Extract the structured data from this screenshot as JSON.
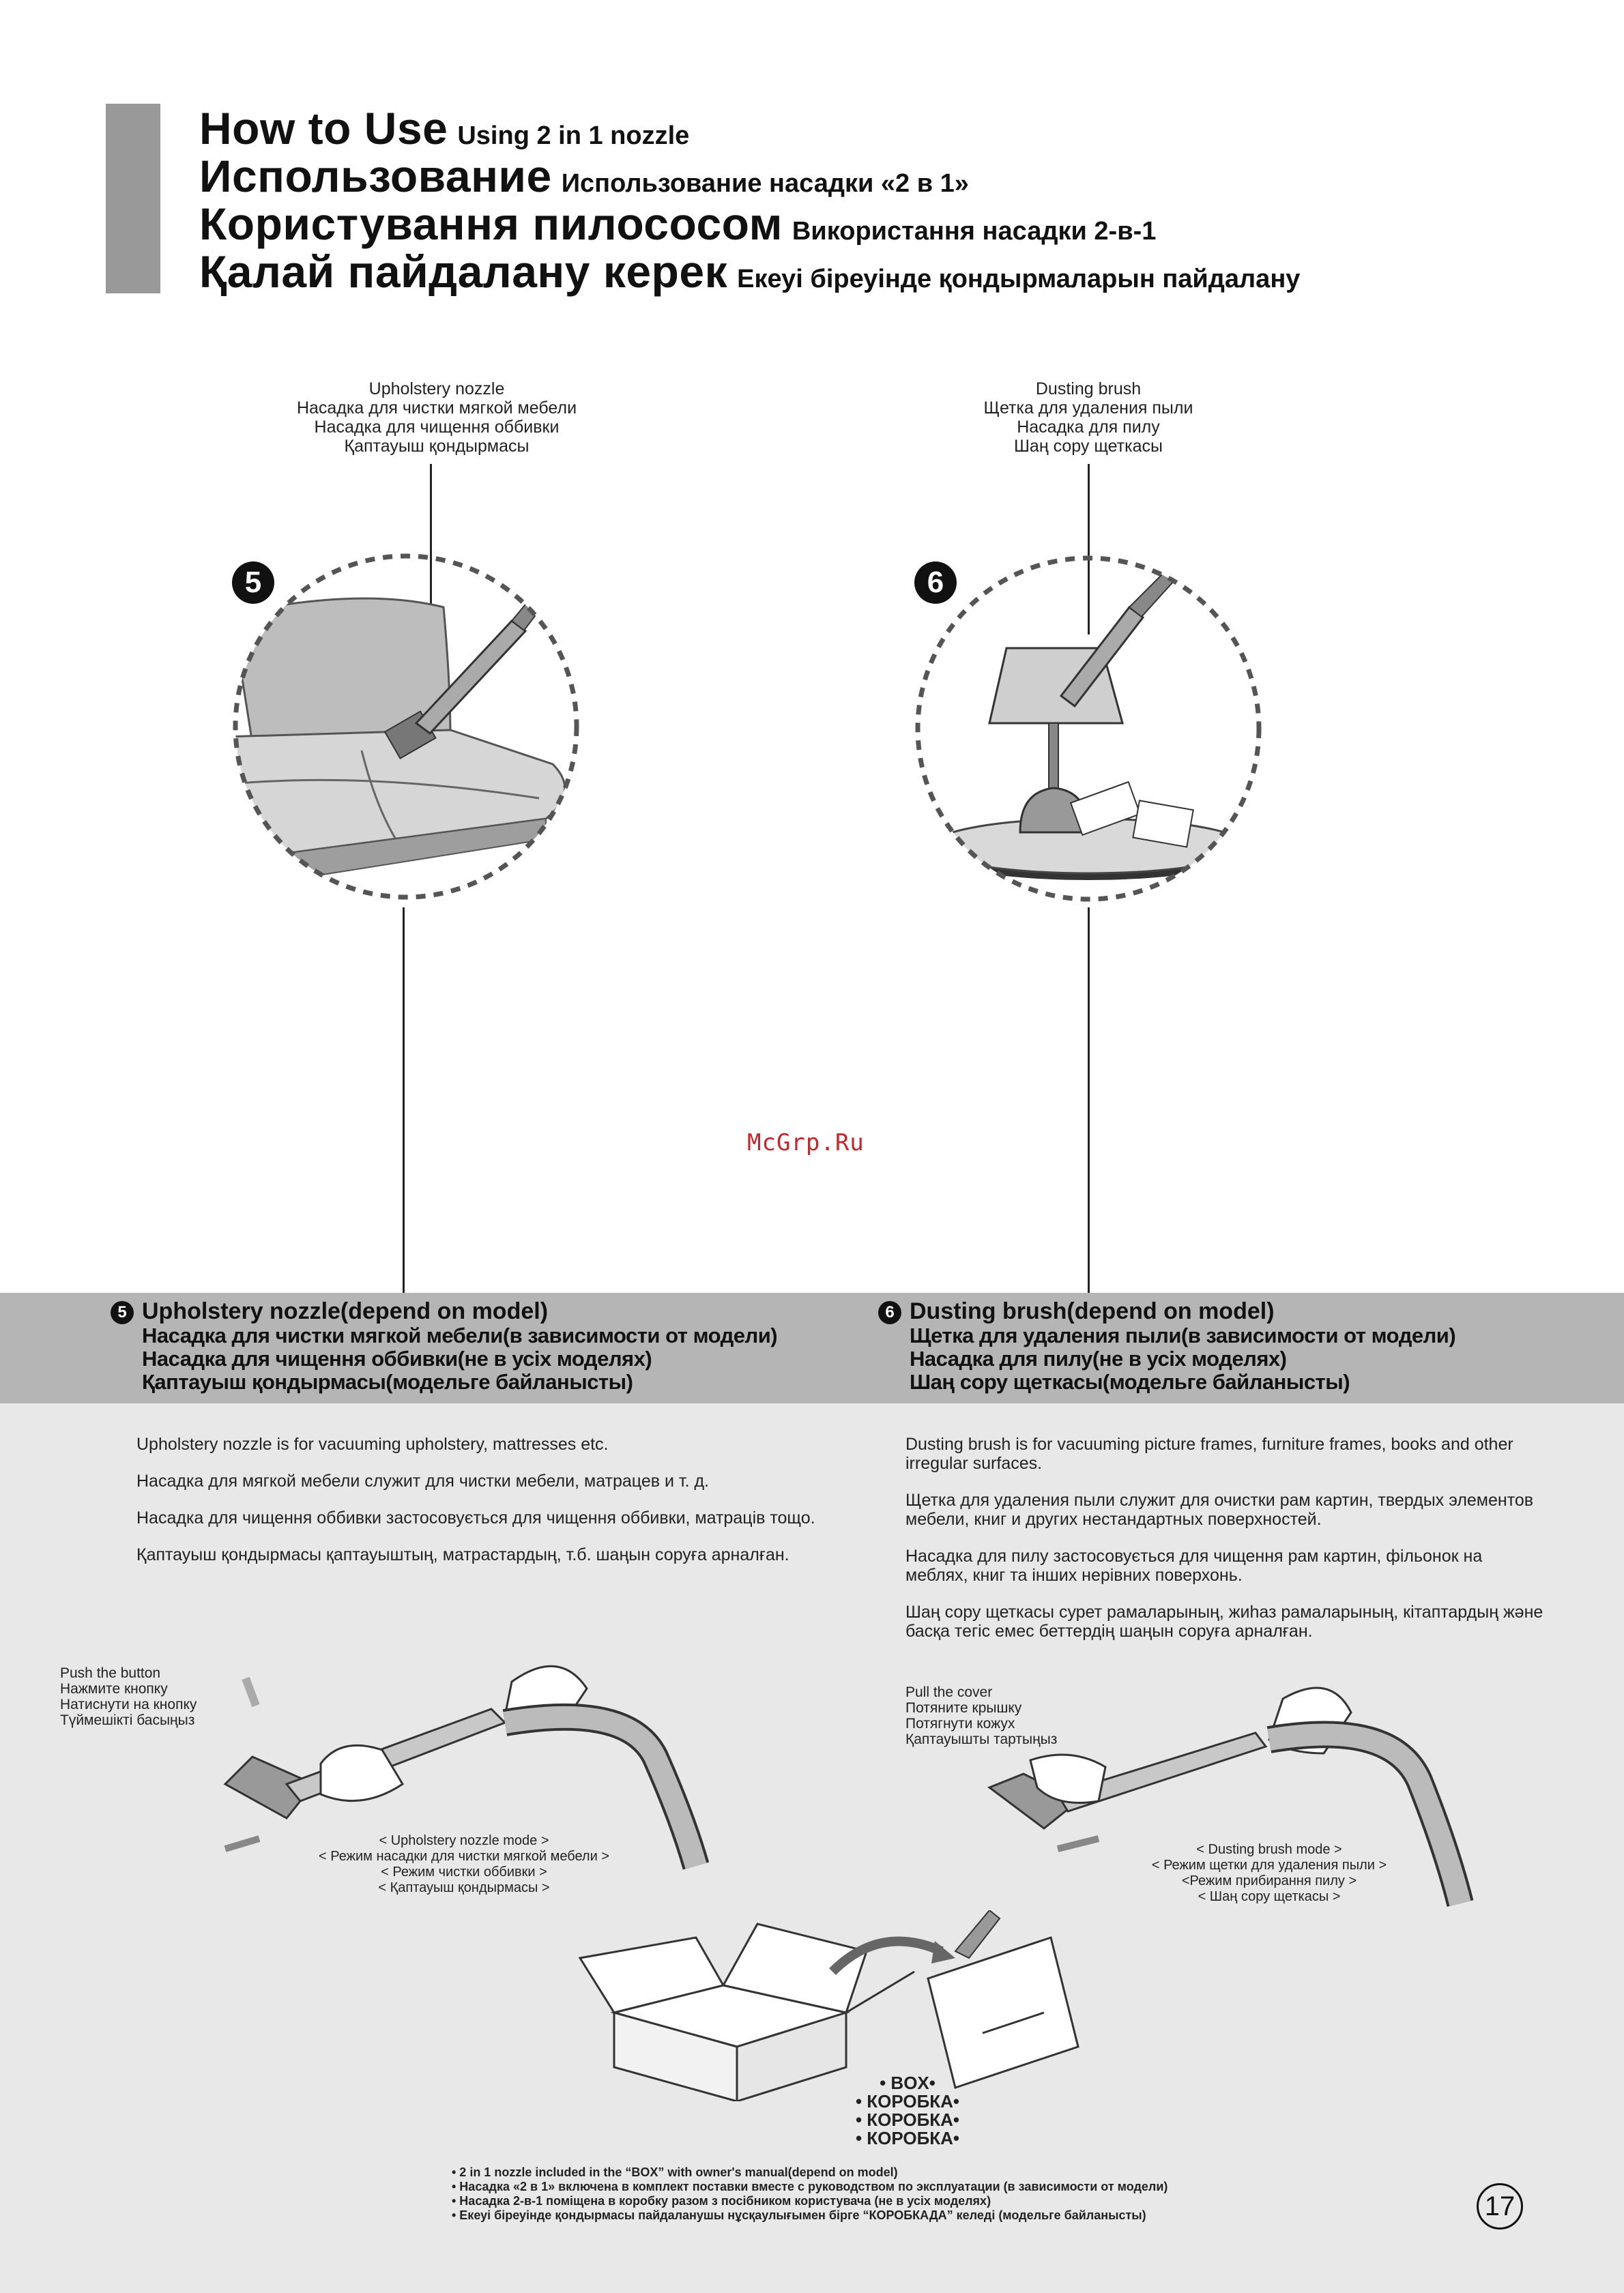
{
  "header": {
    "lines": [
      {
        "title": "How to Use",
        "subtitle": "Using 2 in 1 nozzle"
      },
      {
        "title": "Использование",
        "subtitle": "Использование насадки «2 в 1»"
      },
      {
        "title": "Користування пилососом",
        "subtitle": "Використання насадки 2-в-1"
      },
      {
        "title": "Қалай пайдалану керек",
        "subtitle": "Екеуі біреуінде қондырмаларын пайдалану"
      }
    ]
  },
  "step5": {
    "number": "5",
    "label_lines": [
      "Upholstery nozzle",
      "Насадка для чистки мягкой мебели",
      "Насадка для чищення оббивки",
      "Қаптауыш қондырмасы"
    ],
    "heading_lines": [
      "Upholstery nozzle(depend on model)",
      "Насадка для чистки мягкой мебели(в зависимости от модели)",
      "Насадка для чищення оббивки(не в усіх моделях)",
      "Қаптауыш қондырмасы(модельге байланысты)"
    ],
    "body": [
      "Upholstery nozzle is for vacuuming upholstery, mattresses etc.",
      "Насадка для мягкой мебели служит для чистки мебели, матрацев и т. д.",
      "Насадка для чищення оббивки застосовується для чищення оббивки, матраців тощо.",
      "Қаптауыш қондырмасы қаптауыштың, матрастардың, т.б. шаңын соруға арналған."
    ],
    "action_lines": [
      "Push the button",
      "Нажмите кнопку",
      "Натиснути на кнопку",
      "Түймешікті басыңыз"
    ],
    "mode_lines": [
      "< Upholstery nozzle mode >",
      "< Режим насадки для чистки мягкой мебели >",
      "< Режим чистки оббивки >",
      "< Қаптауыш қондырмасы >"
    ]
  },
  "step6": {
    "number": "6",
    "label_lines": [
      "Dusting brush",
      "Щетка для удаления пыли",
      "Насадка для пилу",
      "Шаң сору щеткасы"
    ],
    "heading_lines": [
      "Dusting brush(depend on model)",
      "Щетка для удаления пыли(в зависимости от модели)",
      "Насадка для пилу(не в усіх моделях)",
      "Шаң сору щеткасы(модельге байланысты)"
    ],
    "body": [
      "Dusting brush is for vacuuming picture frames, furniture frames, books and other irregular surfaces.",
      "Щетка для удаления пыли служит для очистки рам картин, твердых элементов мебели, книг и других нестандартных поверхностей.",
      "Насадка для пилу застосовується для чищення рам картин, фільонок на меблях, книг та інших нерівних поверхонь.",
      "Шаң сору щеткасы сурет рамаларының, жиһаз рамаларының, кітаптардың және басқа тегіс емес беттердің шаңын соруға арналған."
    ],
    "action_lines": [
      "Pull the cover",
      "Потяните крышку",
      "Потягнути кожух",
      "Қаптауышты тартыңыз"
    ],
    "mode_lines": [
      "< Dusting brush mode >",
      "< Режим щетки для удаления пыли >",
      "<Режим прибирання пилу >",
      "< Шаң сору щеткасы >"
    ]
  },
  "box": {
    "labels": [
      "• BOX•",
      "• КОРОБКА•",
      "• КОРОБКА•",
      "• КОРОБКА•"
    ],
    "notes": [
      "• 2 in 1 nozzle included in the “BOX” with owner's manual(depend on model)",
      "• Насадка «2 в 1» включена в  комплект поставки вместе с руководством по эксплуатации (в зависимости от модели)",
      "• Насадка 2-в-1 поміщена в коробку разом з посібником користувача (не в усіх моделях)",
      "• Екеуі біреуінде қондырмасы пайдаланушы нұсқаулығымен бірге “КОРОБКАДА” келеді (модельге байланысты)"
    ]
  },
  "watermark": "McGrp.Ru",
  "page_number": "17",
  "colors": {
    "band": "#b5b5b5",
    "lower_bg": "#e8e8e8",
    "title_bar": "#999999",
    "watermark": "#c8242c"
  }
}
